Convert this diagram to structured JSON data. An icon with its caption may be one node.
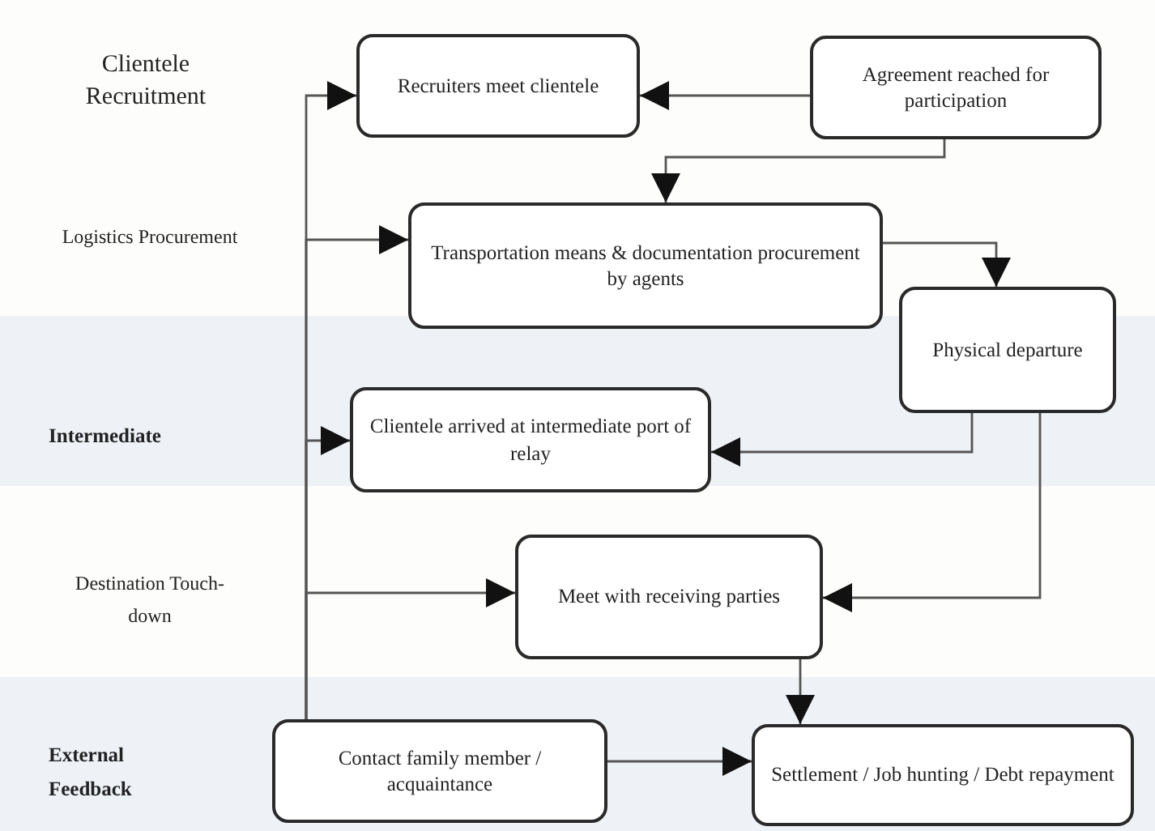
{
  "diagram": {
    "nodes": [
      {
        "text": [
          "Recruiters meet clientele"
        ]
      },
      {
        "text": [
          "Agreement reached for participation"
        ]
      },
      {
        "text": [
          "Transportation means & documentation procurement by agents"
        ]
      },
      {
        "text": [
          "Physical departure"
        ]
      },
      {
        "text": [
          "Clientele arrived at intermediate port of relay"
        ]
      },
      {
        "text": [
          "Meet with receiving parties"
        ]
      },
      {
        "text": [
          "Contact family member / acquaintance"
        ]
      },
      {
        "text": [
          "Settlement / Job hunting / Debt repayment"
        ]
      }
    ],
    "edges": [
      {
        "from": 1,
        "to": 0,
        "arrow": "to"
      },
      {
        "from": 1,
        "to": 2,
        "arrow": "to"
      },
      {
        "from": 2,
        "to": 3,
        "arrow": "to"
      },
      {
        "from": 3,
        "to": 4,
        "arrow": "to"
      },
      {
        "from": 3,
        "to": 5,
        "arrow": "to"
      },
      {
        "from": 5,
        "to": 7,
        "arrow": "to"
      },
      {
        "from": 6,
        "to": 7,
        "arrow": "to"
      },
      {
        "from": 6,
        "to": 0,
        "arrow": "to"
      },
      {
        "from": 6,
        "to": 2,
        "arrow": "to"
      },
      {
        "from": 6,
        "to": 4,
        "arrow": "to"
      },
      {
        "from": 6,
        "to": 5,
        "arrow": "to"
      }
    ],
    "labels": [
      "Clientele Recruitment",
      "Logistics Procurement",
      "Intermediate",
      "Destination Touch-down",
      "External Feedback"
    ]
  }
}
